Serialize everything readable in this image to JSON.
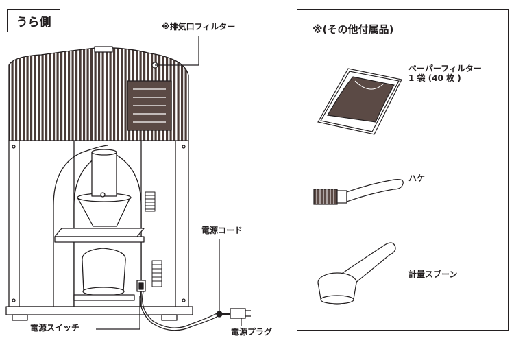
{
  "main_view": {
    "title": "うら側",
    "labels": {
      "exhaust_filter": "※排気口フィルター",
      "power_cord": "電源コード",
      "power_switch": "電源スイッチ",
      "power_plug": "電源プラグ"
    }
  },
  "accessories": {
    "title": "※(その他付属品)",
    "items": [
      {
        "name_line1": "ペーパーフィルター",
        "name_line2": "1 袋 (40 枚 )"
      },
      {
        "name_line1": "ハケ"
      },
      {
        "name_line1": "計量スプーン"
      }
    ]
  }
}
